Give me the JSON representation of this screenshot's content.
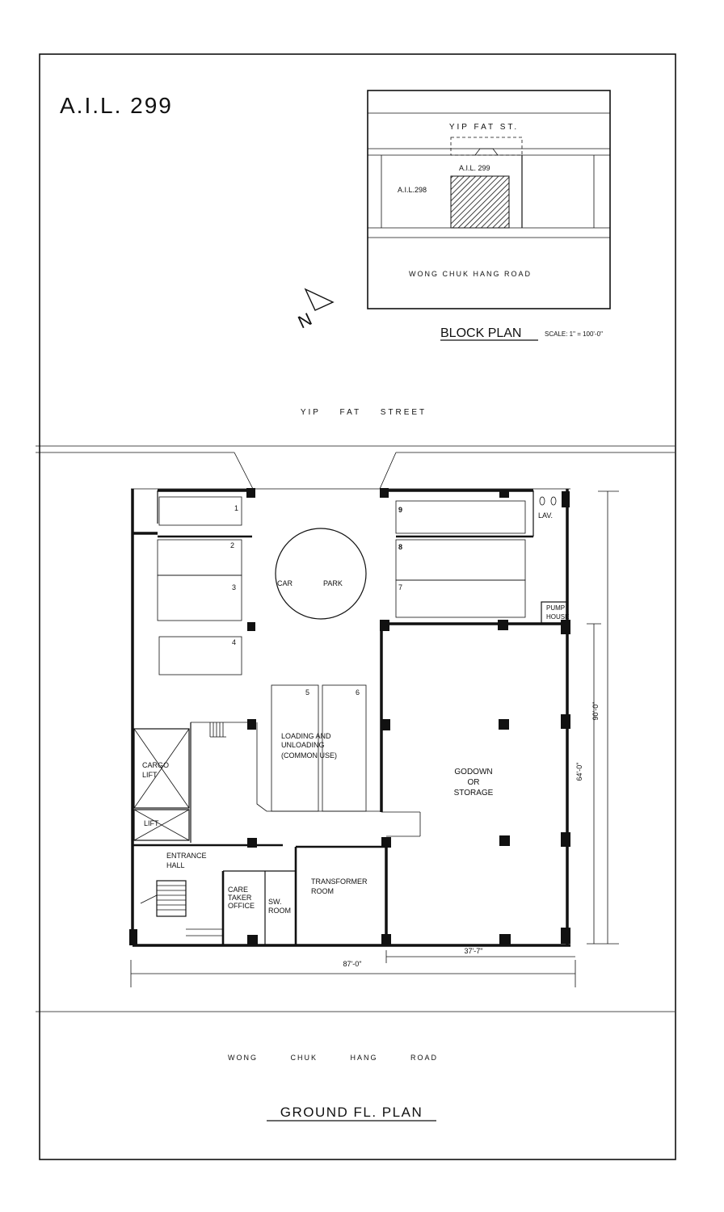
{
  "sheet": {
    "lot_title": "A.I.L. 299",
    "footer_title": "GROUND FL. PLAN"
  },
  "block_plan": {
    "title": "BLOCK PLAN",
    "scale": "SCALE: 1\" = 100'-0\"",
    "top_street": "YIP FAT ST.",
    "bottom_road": "WONG CHUK HANG ROAD",
    "subject_lot": "A.I.L. 299",
    "neighbor_lot": "A.I.L.298"
  },
  "streets": {
    "north": "YIP FAT STREET",
    "south": "WONG CHUK HANG ROAD"
  },
  "north_arrow": {
    "label": "N"
  },
  "rooms": {
    "car_park": [
      "CAR",
      "PARK"
    ],
    "loading": [
      "LOADING AND",
      "UNLOADING",
      "(COMMON USE)"
    ],
    "godown": [
      "GODOWN",
      "OR",
      "STORAGE"
    ],
    "cargo_lift": [
      "CARGO",
      "LIFT"
    ],
    "lift": "LIFT",
    "entrance_hall": [
      "ENTRANCE",
      "HALL"
    ],
    "caretaker": [
      "CARE",
      "TAKER",
      "OFFICE"
    ],
    "sw_room": [
      "SW.",
      "ROOM"
    ],
    "transformer": [
      "TRANSFORMER",
      "ROOM"
    ],
    "pump_house": [
      "PUMP",
      "HOUSE"
    ],
    "lav": "LAV."
  },
  "parking_bays": [
    "1",
    "2",
    "3",
    "4",
    "5",
    "6",
    "7",
    "8",
    "9"
  ],
  "dimensions": {
    "total_width": "87'-0\"",
    "godown_width": "37'-7\"",
    "godown_depth": "64'-0\"",
    "total_depth": "90'-0\""
  }
}
